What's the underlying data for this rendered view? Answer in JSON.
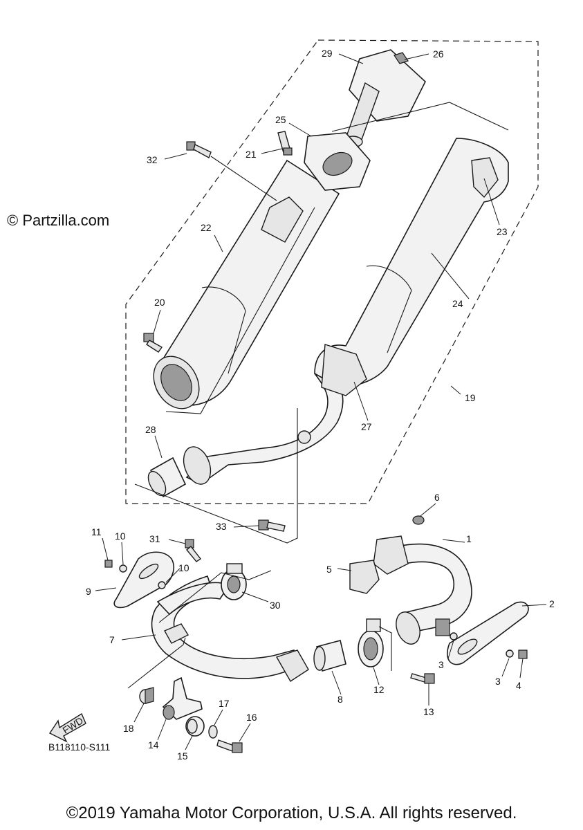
{
  "watermark": "© Partzilla.com",
  "drawing_code": "B118110-S111",
  "fwd_label": "FWD",
  "copyright": "©2019 Yamaha Motor Corporation, U.S.A. All rights reserved.",
  "callouts": [
    "1",
    "2",
    "3",
    "3",
    "4",
    "5",
    "6",
    "7",
    "8",
    "9",
    "10",
    "10",
    "11",
    "12",
    "13",
    "14",
    "15",
    "16",
    "17",
    "18",
    "19",
    "20",
    "21",
    "22",
    "23",
    "24",
    "25",
    "26",
    "27",
    "28",
    "29",
    "30",
    "31",
    "32",
    "33"
  ]
}
